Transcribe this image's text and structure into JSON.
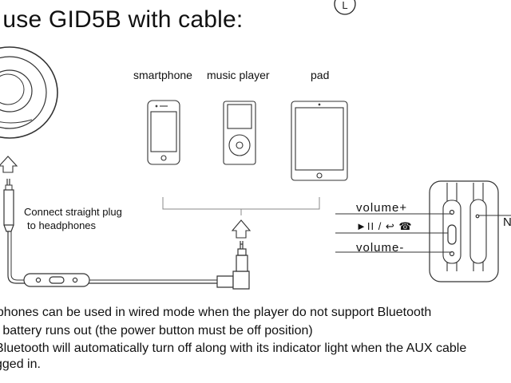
{
  "title": "o use GID5B with cable:",
  "corner_badge": "L",
  "devices": {
    "smartphone": "smartphone",
    "music_player": "music player",
    "pad": "pad"
  },
  "plug_note": {
    "line1": "Connect straight plug",
    "line2": "to headphones"
  },
  "controls": {
    "volume_up": "volume+",
    "play_call": "►II / ↩ ☎",
    "volume_down": "volume-",
    "cut_letter": "N"
  },
  "paragraphs": {
    "line1": "dphones can be used in wired mode when the player do not support Bluetooth",
    "line2": "e battery runs out (the power button must be off position)",
    "line3": "Bluetooth will automatically turn off along with its indicator light when the AUX cable",
    "line4": "gged in."
  }
}
